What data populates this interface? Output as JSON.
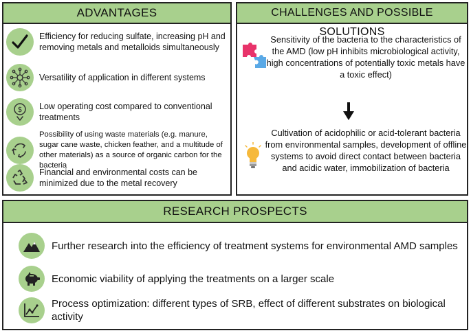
{
  "advantages": {
    "header": "ADVANTAGES",
    "items": [
      {
        "icon": "checkmark-icon",
        "text": "Efficiency for reducing sulfate, increasing pH and removing metals and metalloids simultaneously"
      },
      {
        "icon": "network-icon",
        "text": "Versatility of application in different systems"
      },
      {
        "icon": "money-down-icon",
        "text": "Low operating cost compared to conventional treatments"
      },
      {
        "icon": "recycle-arrows-icon",
        "text": "Possibility of using waste materials (e.g. manure, sugar cane waste, chicken feather, and a multitude of other materials) as a source of organic carbon for the bacteria"
      },
      {
        "icon": "recycle-icon",
        "text": "Financial and environmental costs can be minimized due to the metal recovery"
      }
    ]
  },
  "challenges": {
    "header": "CHALLENGES AND POSSIBLE SOLUTIONS",
    "challenge": {
      "icon": "puzzle-icon",
      "text": "Sensitivity of the bacteria to the characteristics of the AMD (low pH inhibits microbiological activity, high concentrations of potentially toxic metals have a toxic effect)"
    },
    "arrow_icon": "arrow-down-icon",
    "solution": {
      "icon": "lightbulb-icon",
      "text": "Cultivation of acidophilic or acid-tolerant bacteria from environmental samples, development of offline systems to avoid direct contact between bacteria and acidic water, immobilization of bacteria"
    }
  },
  "research": {
    "header": "RESEARCH PROSPECTS",
    "items": [
      {
        "icon": "mountain-icon",
        "text": "Further research into the efficiency of treatment systems for environmental AMD samples"
      },
      {
        "icon": "piggy-bank-icon",
        "text": "Economic viability of applying the treatments on a larger scale"
      },
      {
        "icon": "line-chart-icon",
        "text": "Process optimization: different types of SRB, effect of different substrates on biological activity"
      }
    ]
  },
  "colors": {
    "accent_green": "#a8d08d",
    "border": "#222222",
    "puzzle_pink": "#e8336a",
    "puzzle_blue": "#5aa9e6",
    "bulb_yellow": "#f6b93b"
  }
}
